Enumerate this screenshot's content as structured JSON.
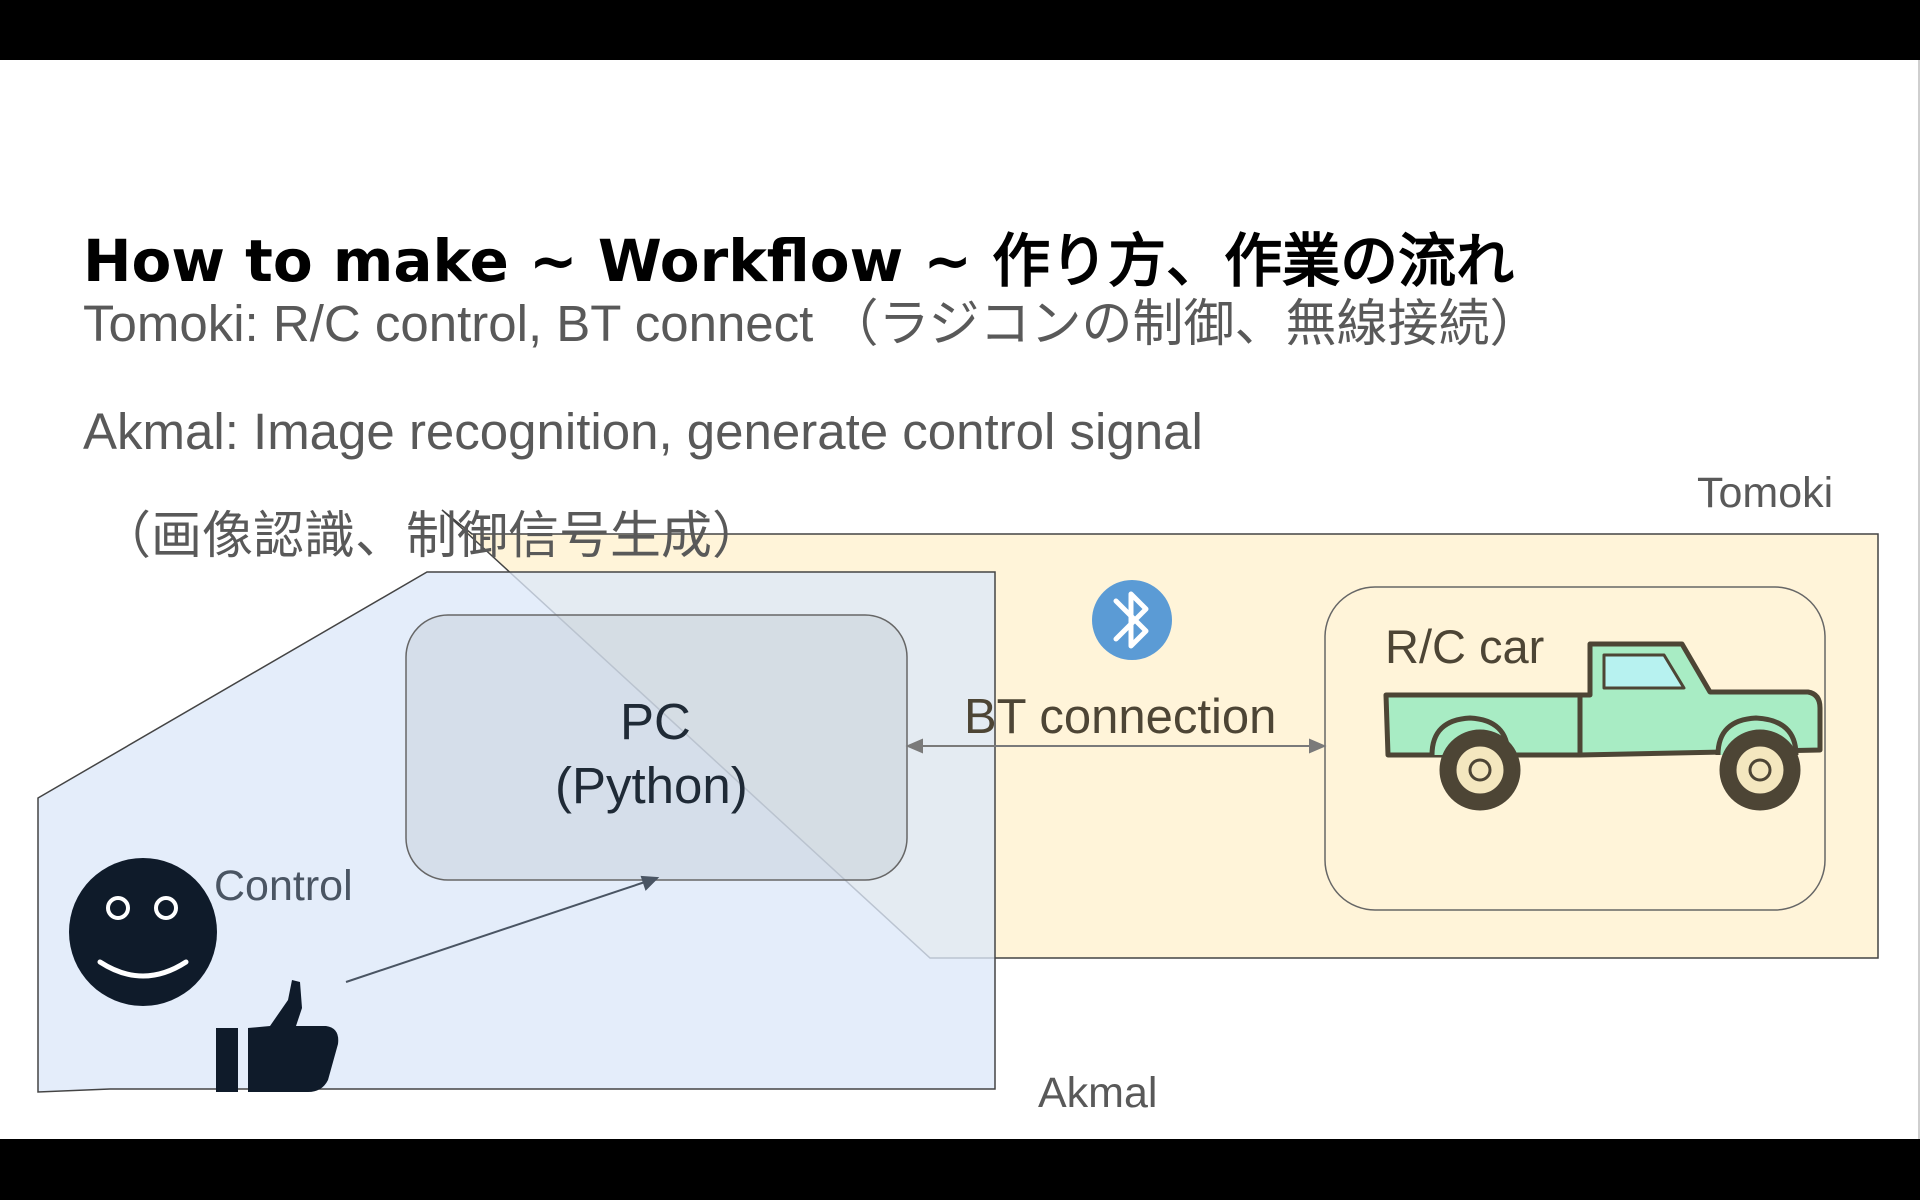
{
  "slide": {
    "title": "How to make ~ Workflow ~ 作り方、作業の流れ",
    "lines": [
      "Tomoki: R/C control, BT connect （ラジコンの制御、無線接続）",
      "Akmal: Image recognition, generate control signal",
      "（画像認識、制御信号生成）"
    ]
  },
  "diagram": {
    "tomoki_label": "Tomoki",
    "akmal_label": "Akmal",
    "pc_line1": "PC",
    "pc_line2": "(Python)",
    "bt_label": "BT connection",
    "car_label": "R/C car",
    "control_label": "Control"
  },
  "colors": {
    "tomoki_region": "#fff4d9",
    "akmal_region": "#dce8f8",
    "bluetooth": "#5b9bd5",
    "car_body": "#a8ecc4",
    "icon_dark": "#0f1b2a"
  },
  "icons": [
    "bluetooth-icon",
    "pickup-truck-icon",
    "smiley-face-icon",
    "thumbs-up-icon"
  ]
}
